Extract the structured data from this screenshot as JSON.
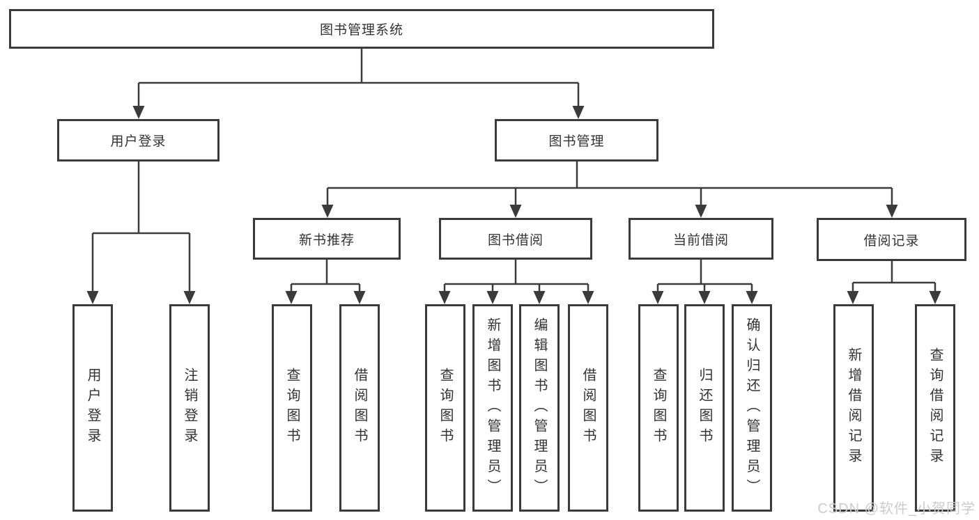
{
  "diagram": {
    "type": "hierarchy-tree",
    "colors": {
      "line": "#3b3b3b",
      "box_border": "#3b3b3b",
      "text": "#333333",
      "background": "#ffffff",
      "watermark": "#cccccc"
    },
    "tree": {
      "root": {
        "label": "图书管理系统",
        "children": [
          {
            "label": "用户登录",
            "children": [
              {
                "label": "用户登录"
              },
              {
                "label": "注销登录"
              }
            ]
          },
          {
            "label": "图书管理",
            "children": [
              {
                "label": "新书推荐",
                "children": [
                  {
                    "label": "查询图书"
                  },
                  {
                    "label": "借阅图书"
                  }
                ]
              },
              {
                "label": "图书借阅",
                "children": [
                  {
                    "label": "查询图书"
                  },
                  {
                    "label": "新增图书（管理员）"
                  },
                  {
                    "label": "编辑图书（管理员）"
                  },
                  {
                    "label": "借阅图书"
                  }
                ]
              },
              {
                "label": "当前借阅",
                "children": [
                  {
                    "label": "查询图书"
                  },
                  {
                    "label": "归还图书"
                  },
                  {
                    "label": "确认归还（管理员）"
                  }
                ]
              },
              {
                "label": "借阅记录",
                "children": [
                  {
                    "label": "新增借阅记录"
                  },
                  {
                    "label": "查询借阅记录"
                  }
                ]
              }
            ]
          }
        ]
      }
    }
  },
  "watermark": {
    "text": "CSDN @软件_小贺同学"
  }
}
